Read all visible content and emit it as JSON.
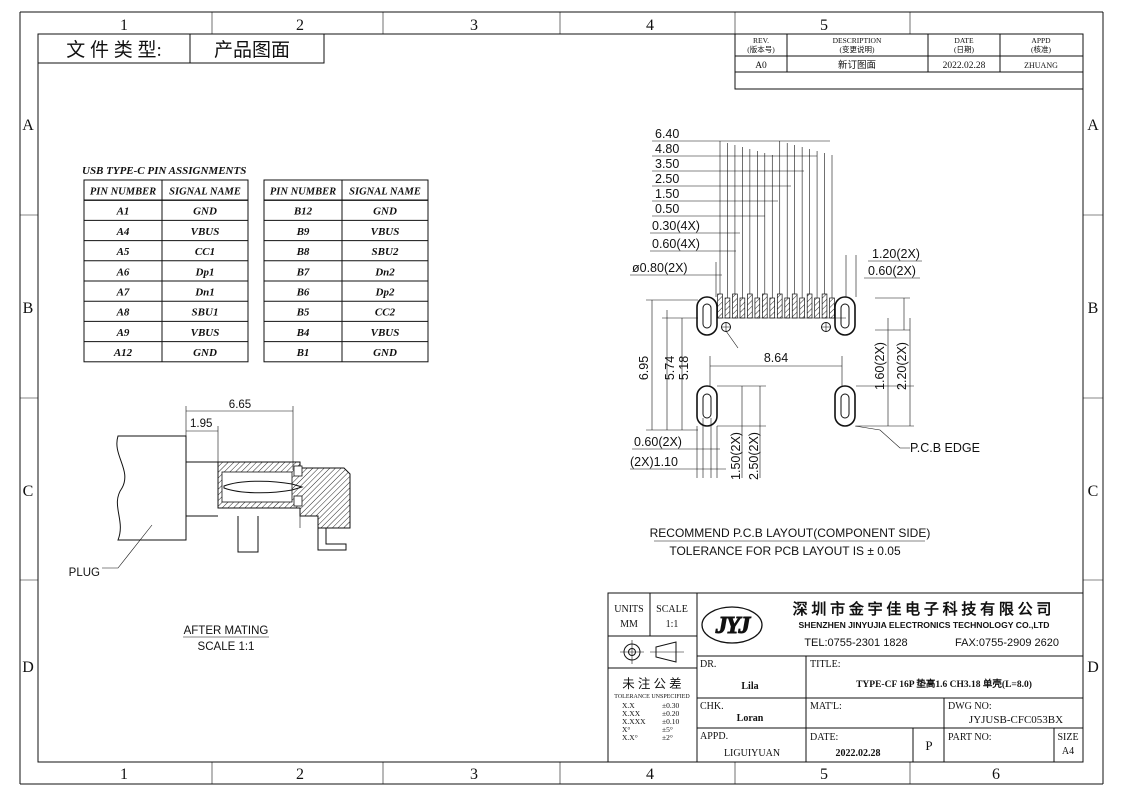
{
  "sheet": {
    "col_labels": [
      "1",
      "2",
      "3",
      "4",
      "5",
      "6"
    ],
    "row_labels": [
      "A",
      "B",
      "C",
      "D"
    ]
  },
  "doc_type": {
    "label": "文 件 类 型:",
    "value": "产品图面"
  },
  "revision_table": {
    "headers": [
      {
        "en": "REV.",
        "cn": "(版本号)"
      },
      {
        "en": "DESCRIPTION",
        "cn": "(变更说明)"
      },
      {
        "en": "DATE",
        "cn": "(日期)"
      },
      {
        "en": "APPD",
        "cn": "(核准)"
      }
    ],
    "rows": [
      {
        "rev": "A0",
        "desc": "新订图面",
        "date": "2022.02.28",
        "appd": "ZHUANG"
      }
    ]
  },
  "pin_table": {
    "title": "USB TYPE-C PIN ASSIGNMENTS",
    "headers": [
      "PIN NUMBER",
      "SIGNAL NAME"
    ],
    "left": [
      {
        "pin": "A1",
        "signal": "GND"
      },
      {
        "pin": "A4",
        "signal": "VBUS"
      },
      {
        "pin": "A5",
        "signal": "CC1"
      },
      {
        "pin": "A6",
        "signal": "Dp1"
      },
      {
        "pin": "A7",
        "signal": "Dn1"
      },
      {
        "pin": "A8",
        "signal": "SBU1"
      },
      {
        "pin": "A9",
        "signal": "VBUS"
      },
      {
        "pin": "A12",
        "signal": "GND"
      }
    ],
    "right": [
      {
        "pin": "B12",
        "signal": "GND"
      },
      {
        "pin": "B9",
        "signal": "VBUS"
      },
      {
        "pin": "B8",
        "signal": "SBU2"
      },
      {
        "pin": "B7",
        "signal": "Dn2"
      },
      {
        "pin": "B6",
        "signal": "Dp2"
      },
      {
        "pin": "B5",
        "signal": "CC2"
      },
      {
        "pin": "B4",
        "signal": "VBUS"
      },
      {
        "pin": "B1",
        "signal": "GND"
      }
    ]
  },
  "mating": {
    "dim_total": "6.65",
    "dim_offset": "1.95",
    "plug_label": "PLUG",
    "caption": "AFTER MATING",
    "scale": "SCALE 1:1"
  },
  "pcb": {
    "dims_top": [
      "6.40",
      "4.80",
      "3.50",
      "2.50",
      "1.50",
      "0.50",
      "0.30(4X)",
      "0.60(4X)"
    ],
    "dim_hole": "ø0.80(2X)",
    "dim_right_1": "1.20(2X)",
    "dim_right_2": "0.60(2X)",
    "dim_v1": "6.95",
    "dim_v2": "5.74",
    "dim_v3": "5.18",
    "dim_span": "8.64",
    "dim_r1": "1.60(2X)",
    "dim_r2": "2.20(2X)",
    "dim_b1": "0.60(2X)",
    "dim_b2": "(2X)1.10",
    "dim_b3": "1.50(2X)",
    "dim_b4": "2.50(2X)",
    "edge_label": "P.C.B EDGE",
    "caption": "RECOMMEND P.C.B LAYOUT(COMPONENT SIDE)",
    "tolerance": "TOLERANCE FOR PCB LAYOUT IS ± 0.05"
  },
  "title_block": {
    "units_label": "UNITS",
    "units_value": "MM",
    "scale_label": "SCALE",
    "scale_value": "1:1",
    "logo_text": "JYJ",
    "company_cn": "深 圳 市 金 宇 佳 电 子 科 技 有 限 公 司",
    "company_en": "SHENZHEN JINYUJIA ELECTRONICS TECHNOLOGY CO.,LTD",
    "tel": "TEL:0755-2301 1828",
    "fax": "FAX:0755-2909 2620",
    "tol_cn": "未 注 公 差",
    "tol_en": "TOLERANCE UNSPECIFIED",
    "tol_rows": [
      {
        "k": "X.X",
        "v": "±0.30"
      },
      {
        "k": "X.XX",
        "v": "±0.20"
      },
      {
        "k": "X.XXX",
        "v": "±0.10"
      },
      {
        "k": "X°",
        "v": "±5°"
      },
      {
        "k": "X.X°",
        "v": "±2°"
      }
    ],
    "dr_label": "DR.",
    "dr_value": "Lila",
    "chk_label": "CHK.",
    "chk_value": "Loran",
    "appd_label": "APPD.",
    "appd_value": "LIGUIYUAN",
    "title_label": "TITLE:",
    "title_value": "TYPE-CF 16P 垫高1.6 CH3.18 单壳(L=8.0)",
    "matl_label": "MAT'L:",
    "dwg_label": "DWG NO:",
    "dwg_value": "JYJUSB-CFC053BX",
    "date_label": "DATE:",
    "date_value": "2022.02.28",
    "p_mark": "P",
    "part_label": "PART NO:",
    "size_label": "SIZE",
    "size_value": "A4"
  }
}
